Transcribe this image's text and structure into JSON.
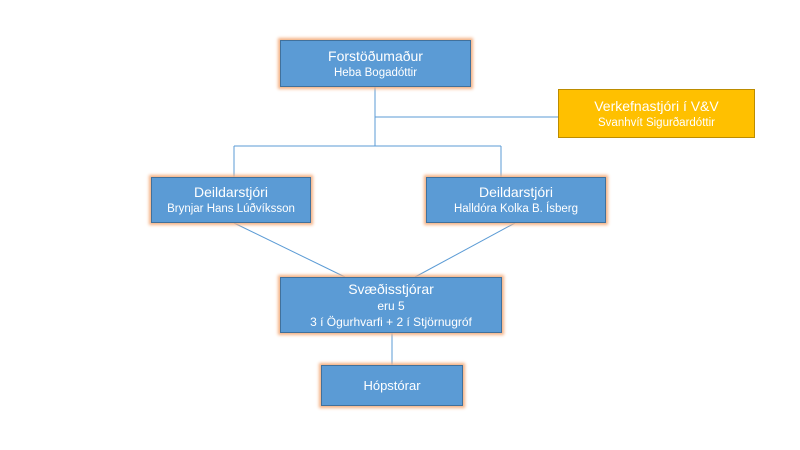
{
  "org_chart": {
    "director": {
      "title": "Forstöðumaður",
      "name": "Heba Bogadóttir"
    },
    "project_manager": {
      "title": "Verkefnastjóri í  V&V",
      "name": "Svanhvít Sigurðardóttir"
    },
    "department_heads": [
      {
        "title": "Deildarstjóri",
        "name": "Brynjar Hans Lúðvíksson"
      },
      {
        "title": "Deildarstjóri",
        "name": "Halldóra Kolka B. Ísberg"
      }
    ],
    "regional_managers": {
      "title": "Svæðisstjórar",
      "line2": "eru 5",
      "line3": "3 í Ögurhvarfi + 2 í Stjörnugróf"
    },
    "group_leaders": {
      "title": "Hópstórar"
    }
  },
  "colors": {
    "box_fill": "#5b9bd5",
    "box_border": "#41719c",
    "box_glow": "#f4b183",
    "highlight_fill": "#ffc000",
    "connector": "#5b9bd5",
    "text": "#ffffff"
  }
}
